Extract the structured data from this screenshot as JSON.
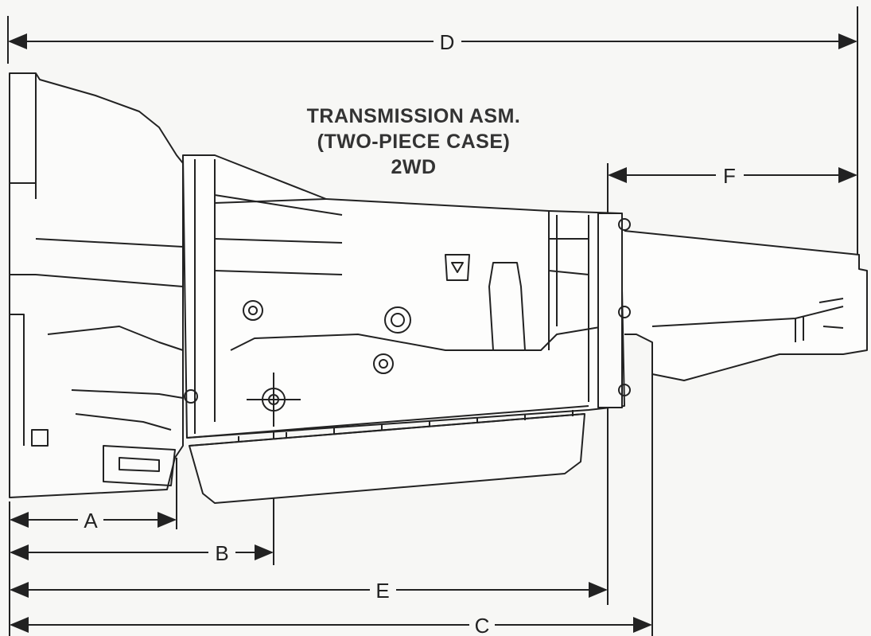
{
  "title": {
    "line1": "TRANSMISSION ASM.",
    "line2": "(TWO-PIECE CASE)",
    "line3": "2WD"
  },
  "dimensions": {
    "a": "A",
    "b": "B",
    "c": "C",
    "d": "D",
    "e": "E",
    "f": "F"
  },
  "colors": {
    "line": "#222222",
    "background": "#f7f7f5",
    "text": "#333333"
  }
}
